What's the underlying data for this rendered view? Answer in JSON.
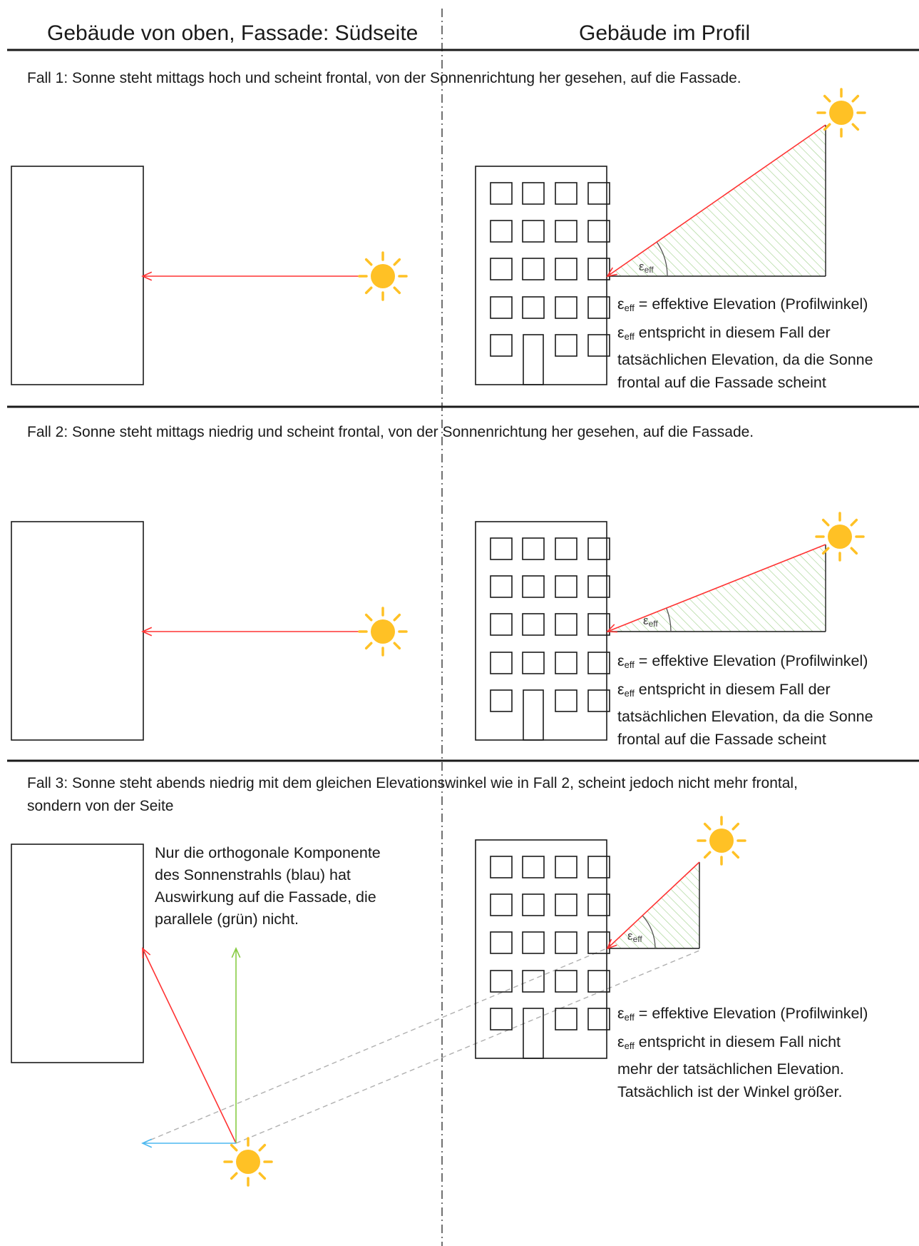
{
  "headers": {
    "left": "Gebäude von oben, Fassade: Südseite",
    "right": "Gebäude im Profil"
  },
  "cases": [
    {
      "text": "Fall 1: Sonne steht mittags hoch und scheint frontal, von der Sonnenrichtung her gesehen, auf die Fassade.",
      "angle_label": {
        "symbol": "ε",
        "sub": "eff"
      },
      "definition": {
        "symbol": "ε",
        "sub": "eff",
        "text": " = effektive Elevation (Profilwinkel)"
      },
      "explanation": {
        "symbol": "ε",
        "sub": "eff",
        "lines": [
          "entspricht in diesem Fall der",
          "tatsächlichen Elevation, da die Sonne",
          "frontal auf die Fassade scheint"
        ]
      }
    },
    {
      "text": "Fall 2: Sonne steht mittags niedrig und scheint frontal, von der Sonnenrichtung her gesehen, auf die Fassade.",
      "angle_label": {
        "symbol": "ε",
        "sub": "eff"
      },
      "definition": {
        "symbol": "ε",
        "sub": "eff",
        "text": " = effektive Elevation (Profilwinkel)"
      },
      "explanation": {
        "symbol": "ε",
        "sub": "eff",
        "lines": [
          "entspricht in diesem Fall der",
          "tatsächlichen Elevation, da die Sonne",
          "frontal auf die Fassade scheint"
        ]
      }
    },
    {
      "text_lines": [
        "Fall 3: Sonne steht abends niedrig mit dem gleichen Elevationswinkel wie in Fall 2, scheint jedoch nicht mehr frontal,",
        "sondern von der Seite"
      ],
      "angle_label": {
        "symbol": "ε",
        "sub": "eff"
      },
      "definition": {
        "symbol": "ε",
        "sub": "eff",
        "text": " = effektive Elevation (Profilwinkel)"
      },
      "explanation": {
        "symbol": "ε",
        "sub": "eff",
        "lines": [
          "entspricht in diesem Fall nicht",
          "mehr der tatsächlichen Elevation.",
          "Tatsächlich ist der Winkel größer."
        ]
      },
      "component_note": [
        "Nur die orthogonale Komponente",
        "des Sonnenstrahls (blau) hat",
        "Auswirkung auf die Fassade, die",
        "parallele (grün) nicht."
      ]
    }
  ],
  "colors": {
    "ray": "#ff3333",
    "orthogonal_component": "#4db8f0",
    "parallel_component": "#88cc44",
    "projection": "#b0b0b0",
    "sun": "#ffc125",
    "hatch": "#9fd08a",
    "outline": "#1a1a1a"
  },
  "icons": [
    "sun-icon",
    "building-icon",
    "window-icon",
    "door-icon"
  ]
}
